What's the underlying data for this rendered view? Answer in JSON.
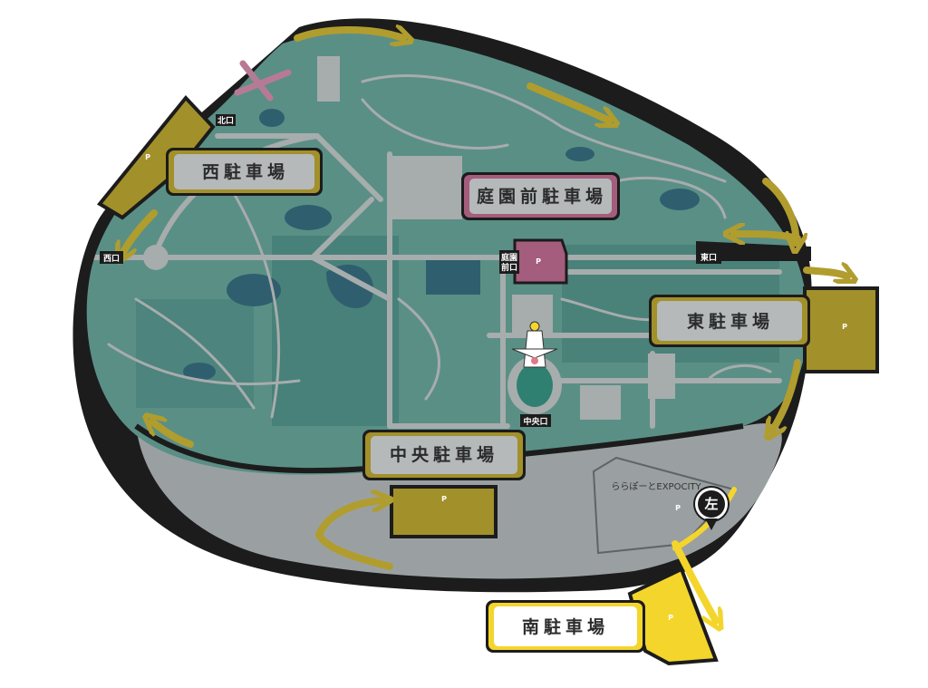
{
  "colors": {
    "park_fill": "#5a8f86",
    "outer_ring": "#1c1c1c",
    "south_road": "#9aa0a2",
    "parking_olive": "#a2902a",
    "parking_yellow": "#f4d52c",
    "garden_pink": "#a45d7c",
    "water": "#2f5f6e",
    "path_gray": "#a7acad",
    "arrow_olive": "#b09d2e",
    "close_x": "#b77a95"
  },
  "parking_labels": {
    "west": "西駐車場",
    "teien": "庭園前駐車場",
    "east": "東駐車場",
    "chuo": "中央駐車場",
    "south": "南駐車場"
  },
  "gates": {
    "kita": "北口",
    "nishi": "西口",
    "higashi": "東口",
    "chuo": "中央口",
    "teien_line1": "庭園",
    "teien_line2": "前口"
  },
  "parking_marker": "P",
  "mall_label": "ららぽーとEXPOCITY",
  "turn_pin": "左",
  "icons": {
    "parking": "parking-sign-icon",
    "closed": "closed-x-icon",
    "turn_left": "turn-left-pin-icon",
    "tower": "tower-of-sun-icon",
    "arrow": "traffic-arrow-icon"
  }
}
